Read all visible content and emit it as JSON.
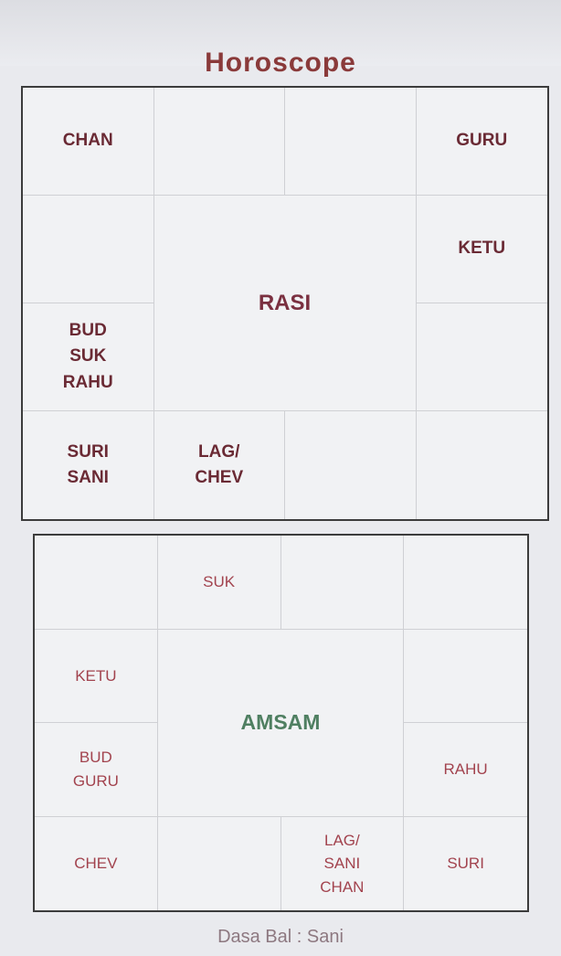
{
  "title": "Horoscope",
  "rasi": {
    "label": "RASI",
    "cells": {
      "r1c1": [
        "CHAN"
      ],
      "r1c2": [],
      "r1c3": [],
      "r1c4": [
        "GURU"
      ],
      "r2c1": [],
      "r2c4": [
        "KETU"
      ],
      "r3c1": [
        "BUD",
        "SUK",
        "RAHU"
      ],
      "r3c4": [],
      "r4c1": [
        "SURI",
        "SANI"
      ],
      "r4c2": [
        "LAG/",
        "CHEV"
      ],
      "r4c3": [],
      "r4c4": []
    }
  },
  "amsam": {
    "label": "AMSAM",
    "cells": {
      "r1c1": [],
      "r1c2": [
        "SUK"
      ],
      "r1c3": [],
      "r1c4": [],
      "r2c1": [
        "KETU"
      ],
      "r2c4": [],
      "r3c1": [
        "BUD",
        "GURU"
      ],
      "r3c4": [
        "RAHU"
      ],
      "r4c1": [
        "CHEV"
      ],
      "r4c2": [],
      "r4c3": [
        "LAG/",
        "SANI",
        "CHAN"
      ],
      "r4c4": [
        "SURI"
      ]
    }
  },
  "footer": {
    "label": "Dasa Bal",
    "separator": ":",
    "value": "Sani"
  }
}
